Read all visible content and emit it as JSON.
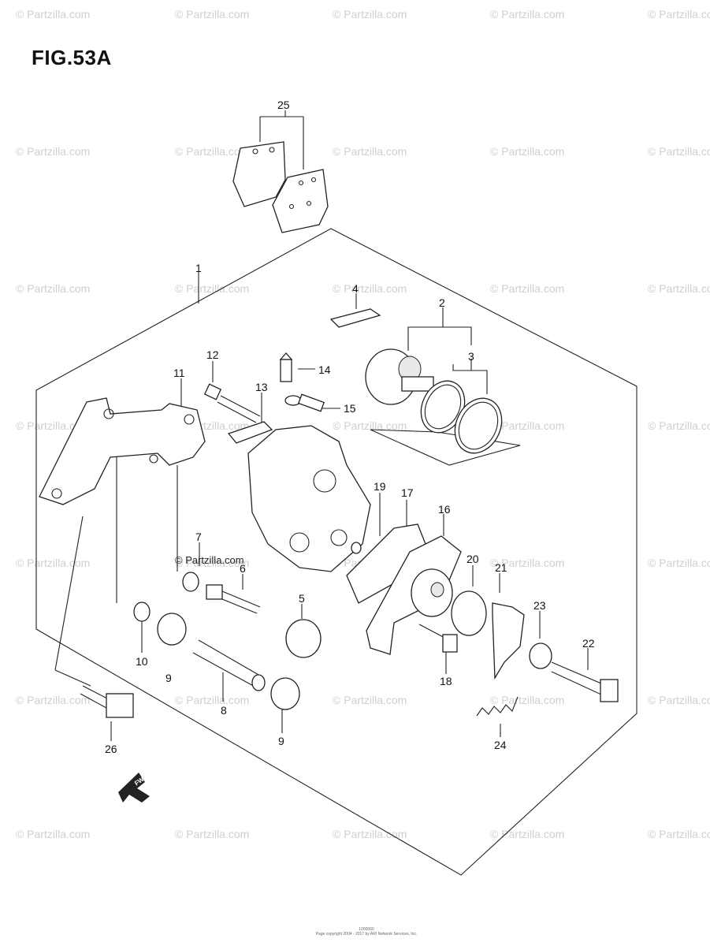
{
  "figure": {
    "title": "FIG.53A",
    "inline_watermark": "© Partzilla.com",
    "watermark_text": "© Partzilla.com",
    "footer_line1": "1000000",
    "footer_line2": "Page copyright 2004 - 2017 by ARI Network Services, Inc.",
    "fwd_label": "FWD"
  },
  "callouts": [
    {
      "id": "25",
      "label": "25"
    },
    {
      "id": "1",
      "label": "1"
    },
    {
      "id": "4",
      "label": "4"
    },
    {
      "id": "2",
      "label": "2"
    },
    {
      "id": "3",
      "label": "3"
    },
    {
      "id": "12",
      "label": "12"
    },
    {
      "id": "14",
      "label": "14"
    },
    {
      "id": "11",
      "label": "11"
    },
    {
      "id": "13",
      "label": "13"
    },
    {
      "id": "15",
      "label": "15"
    },
    {
      "id": "19",
      "label": "19"
    },
    {
      "id": "17",
      "label": "17"
    },
    {
      "id": "16",
      "label": "16"
    },
    {
      "id": "7",
      "label": "7"
    },
    {
      "id": "6",
      "label": "6"
    },
    {
      "id": "20",
      "label": "20"
    },
    {
      "id": "21",
      "label": "21"
    },
    {
      "id": "5",
      "label": "5"
    },
    {
      "id": "23",
      "label": "23"
    },
    {
      "id": "22",
      "label": "22"
    },
    {
      "id": "10",
      "label": "10"
    },
    {
      "id": "9a",
      "label": "9"
    },
    {
      "id": "18",
      "label": "18"
    },
    {
      "id": "8",
      "label": "8"
    },
    {
      "id": "9b",
      "label": "9"
    },
    {
      "id": "24",
      "label": "24"
    },
    {
      "id": "26",
      "label": "26"
    }
  ]
}
